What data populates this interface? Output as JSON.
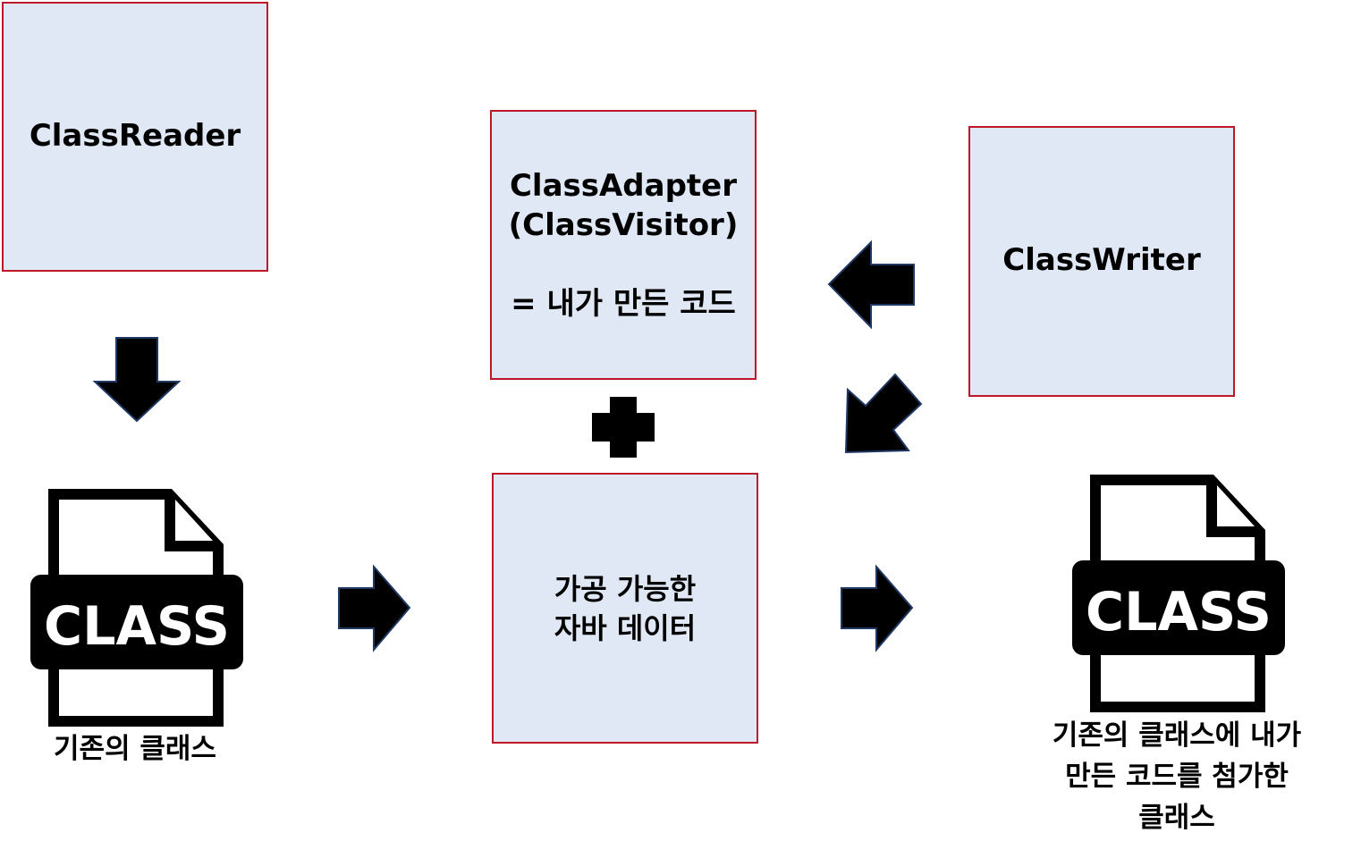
{
  "boxes": {
    "reader": "ClassReader",
    "adapter": "ClassAdapter\n(ClassVisitor)\n\n= 내가 만든 코드",
    "writer": "ClassWriter",
    "data": "가공 가능한\n자바 데이터"
  },
  "files": {
    "input": {
      "badge": "CLASS",
      "caption": "기존의 클래스"
    },
    "output": {
      "badge": "CLASS",
      "caption": "기존의 클래스에 내가\n만든 코드를 첨가한\n클래스"
    }
  },
  "icons": {
    "arrows": [
      "arrow-down-icon",
      "arrow-right-icon",
      "arrow-right-icon",
      "arrow-left-icon",
      "arrow-down-left-icon"
    ],
    "plus": "plus-icon",
    "file": "class-file-icon"
  },
  "colors": {
    "box_fill": "#dfe8f4",
    "box_border": "#c0162a",
    "arrow_stroke": "#1f3864"
  }
}
